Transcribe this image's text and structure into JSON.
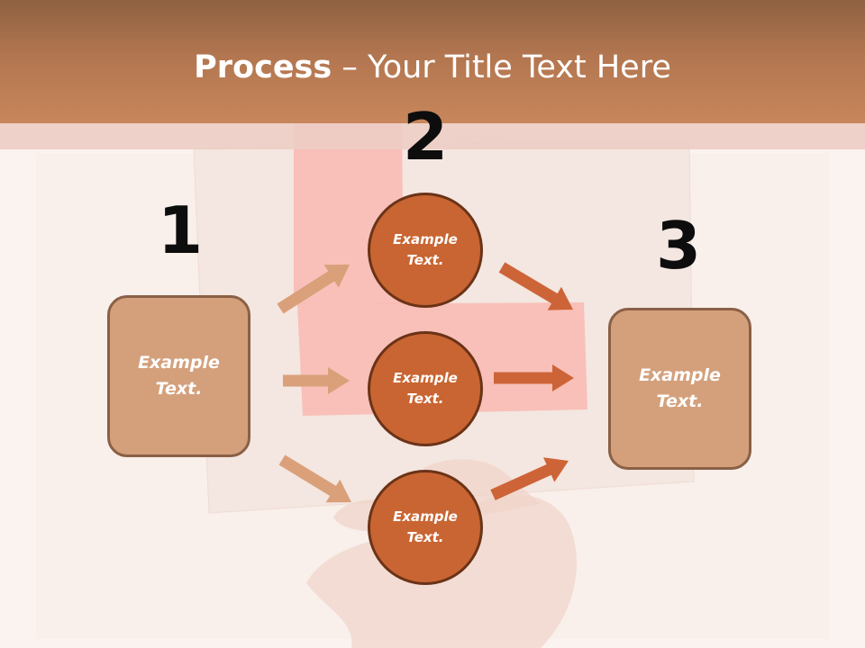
{
  "title": {
    "bold": "Process",
    "rest": " – Your Title Text Here"
  },
  "steps": {
    "one": "1",
    "two": "2",
    "three": "3"
  },
  "boxes": {
    "left": {
      "line1": "Example",
      "line2": "Text."
    },
    "right": {
      "line1": "Example",
      "line2": "Text."
    }
  },
  "circles": [
    {
      "line1": "Example",
      "line2": "Text."
    },
    {
      "line1": "Example",
      "line2": "Text."
    },
    {
      "line1": "Example",
      "line2": "Text."
    }
  ],
  "colors": {
    "header_top": "#8e6141",
    "header_bottom": "#c8865b",
    "box_fill": "#d4a07c",
    "box_border": "#8a6046",
    "circle_fill": "#c96532",
    "circle_border": "#6a3318",
    "arrow_in": "#d9a07a",
    "arrow_out": "#cd6438",
    "accent_pink": "#f9b5ad"
  },
  "icons": [
    "arrow-right-icon"
  ]
}
